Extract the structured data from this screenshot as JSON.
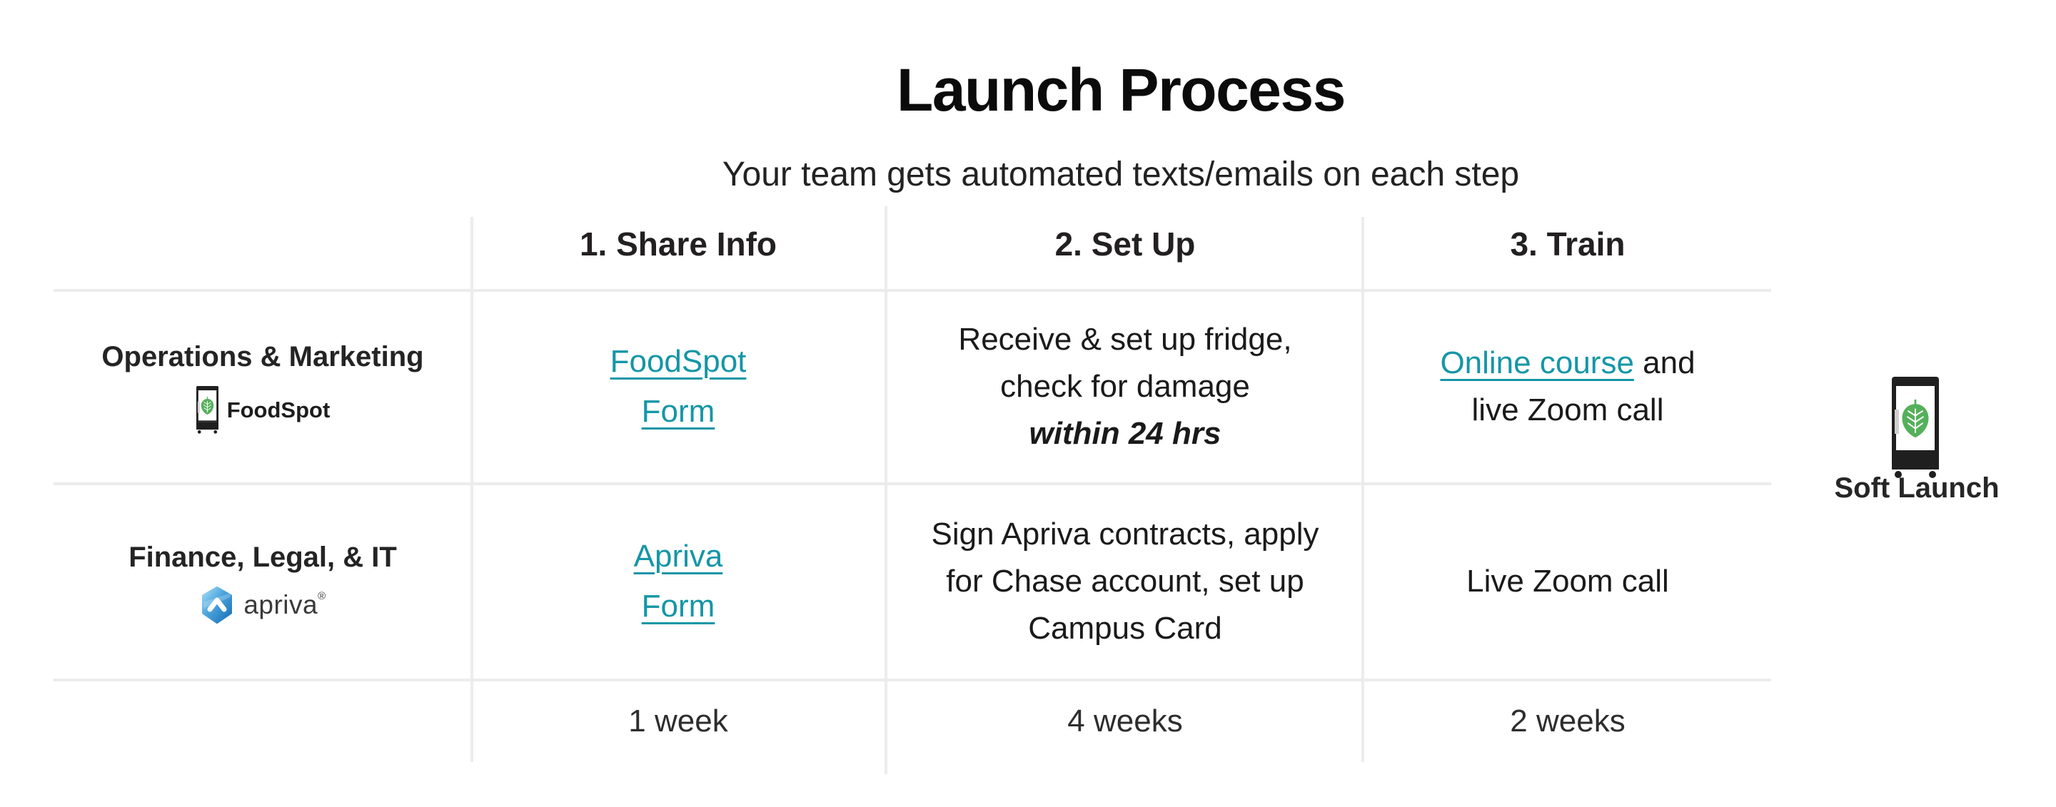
{
  "slide": {
    "title": "Launch Process",
    "subtitle": "Your team gets automated texts/emails on each step"
  },
  "columns": [
    {
      "label": "1. Share Info",
      "duration": "1 week"
    },
    {
      "label": "2. Set Up",
      "duration": "4 weeks"
    },
    {
      "label": "3. Train",
      "duration": "2 weeks"
    }
  ],
  "rows": [
    {
      "label": "Operations & Marketing",
      "brand": "FoodSpot",
      "share_info": {
        "link_line1": "FoodSpot",
        "link_line2": "Form"
      },
      "set_up": {
        "line1": "Receive & set up fridge,",
        "line2": "check for damage",
        "emphasis": "within 24 hrs"
      },
      "train": {
        "link": "Online course",
        "after_link": " and",
        "line2": "live Zoom call"
      }
    },
    {
      "label": "Finance, Legal, & IT",
      "brand": "apriva",
      "brand_mark": "®",
      "share_info": {
        "link_line1": "Apriva",
        "link_line2": "Form"
      },
      "set_up": {
        "line1": "Sign Apriva contracts, apply",
        "line2": "for Chase account, set up",
        "line3": "Campus Card"
      },
      "train": {
        "line1": "Live Zoom call"
      }
    }
  ],
  "soft_launch": {
    "label": "Soft Launch"
  },
  "icons": {
    "fridge": "fridge-with-leaf-icon",
    "leaf": "leaf-icon",
    "apriva_badge": "apriva-hexagon-logo"
  },
  "colors": {
    "link_teal": "#1596a7",
    "leaf_green": "#55b05b",
    "apriva_blue": "#2a82c6",
    "grid_line": "#ececec",
    "fridge_dark": "#1f1f1f"
  }
}
